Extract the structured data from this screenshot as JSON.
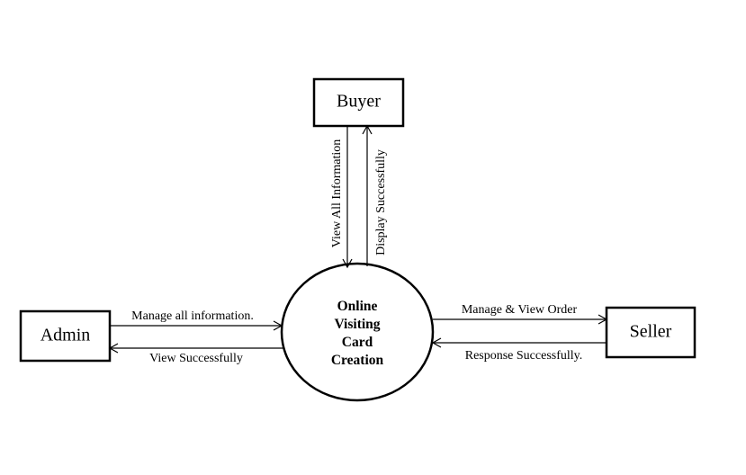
{
  "diagram": {
    "process": {
      "lines": [
        "Online",
        "Visiting",
        "Card",
        "Creation"
      ]
    },
    "entities": {
      "buyer": "Buyer",
      "admin": "Admin",
      "seller": "Seller"
    },
    "flows": {
      "buyer_to_process": "View All Information",
      "process_to_buyer": "Display Successfully",
      "admin_to_process": "Manage all information.",
      "process_to_admin": "View Successfully",
      "process_to_seller": "Manage & View Order",
      "seller_to_process": "Response Successfully."
    }
  }
}
